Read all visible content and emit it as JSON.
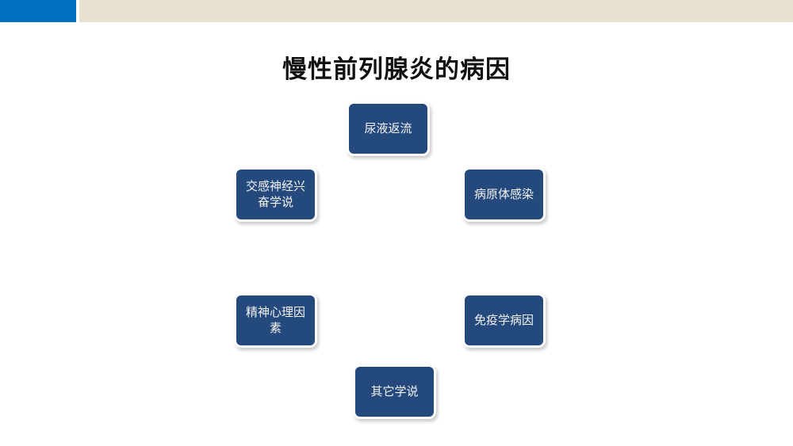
{
  "banner": {
    "accent_color": "#0270c0",
    "strip_color": "#e8e0d0"
  },
  "title": {
    "text": "慢性前列腺炎的病因",
    "color": "#111111"
  },
  "diagram": {
    "node_fill_color": "#24497d",
    "node_border_color": "#ffffff",
    "node_text_color": "#f3f3f3",
    "nodes": [
      {
        "label": "尿液返流"
      },
      {
        "label": "交感神经兴奋学说"
      },
      {
        "label": "病原体感染"
      },
      {
        "label": "精神心理因素"
      },
      {
        "label": "免疫学病因"
      },
      {
        "label": "其它学说"
      }
    ]
  }
}
